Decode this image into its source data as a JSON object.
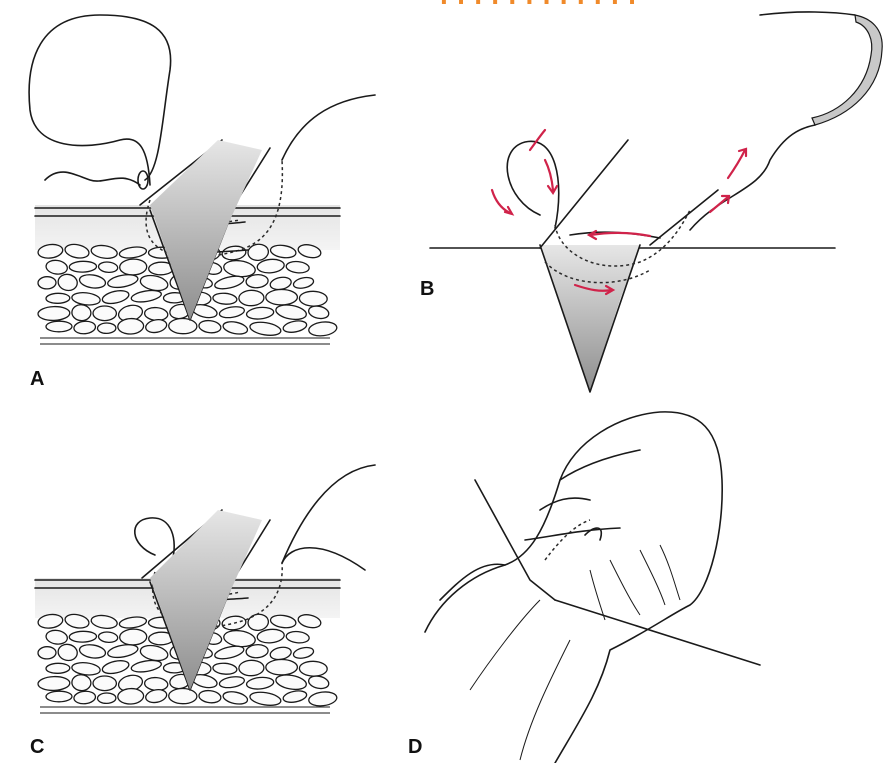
{
  "title_fragment": "· ·  ·  · · ·   ·   ·   ·   · · ·",
  "panels": [
    {
      "label": "A"
    },
    {
      "label": "B"
    },
    {
      "label": "C"
    },
    {
      "label": "D"
    }
  ],
  "colors": {
    "arrow": "#d0234a",
    "wound_shade": "#a9a9a9",
    "skin_band": "#d9d9d9",
    "needle": "#c8c8c8"
  }
}
